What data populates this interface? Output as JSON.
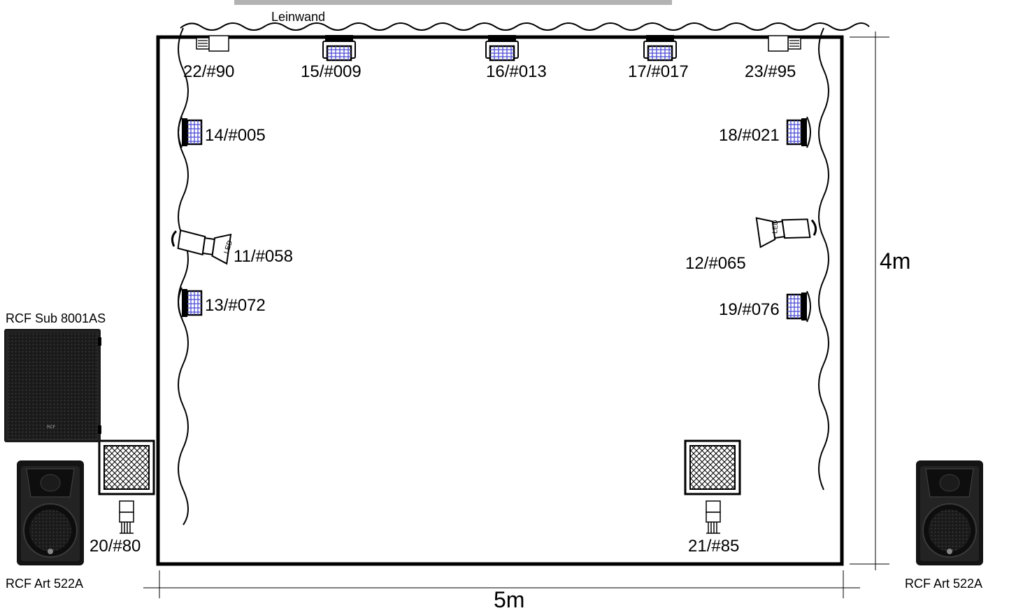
{
  "screen_label": "Leinwand",
  "dimensions": {
    "width_label": "5m",
    "height_label": "4m"
  },
  "speakers": {
    "sub": "RCF Sub 8001AS",
    "left_top": "RCF Art 522A",
    "right_top": "RCF Art 522A",
    "brand_mark": "RCF"
  },
  "fixtures": {
    "f22": "22/#90",
    "f15": "15/#009",
    "f16": "16/#013",
    "f17": "17/#017",
    "f23": "23/#95",
    "f14": "14/#005",
    "f18": "18/#021",
    "f11": "11/#058",
    "f12": "12/#065",
    "f13": "13/#072",
    "f19": "19/#076",
    "f20": "20/#80",
    "f21": "21/#85"
  },
  "led_text": "LED",
  "colors": {
    "line": "#000000",
    "screen_bar": "#b3b3b3",
    "led_cell": "#4b4bd6",
    "speaker_body": "#1e1e1e"
  }
}
